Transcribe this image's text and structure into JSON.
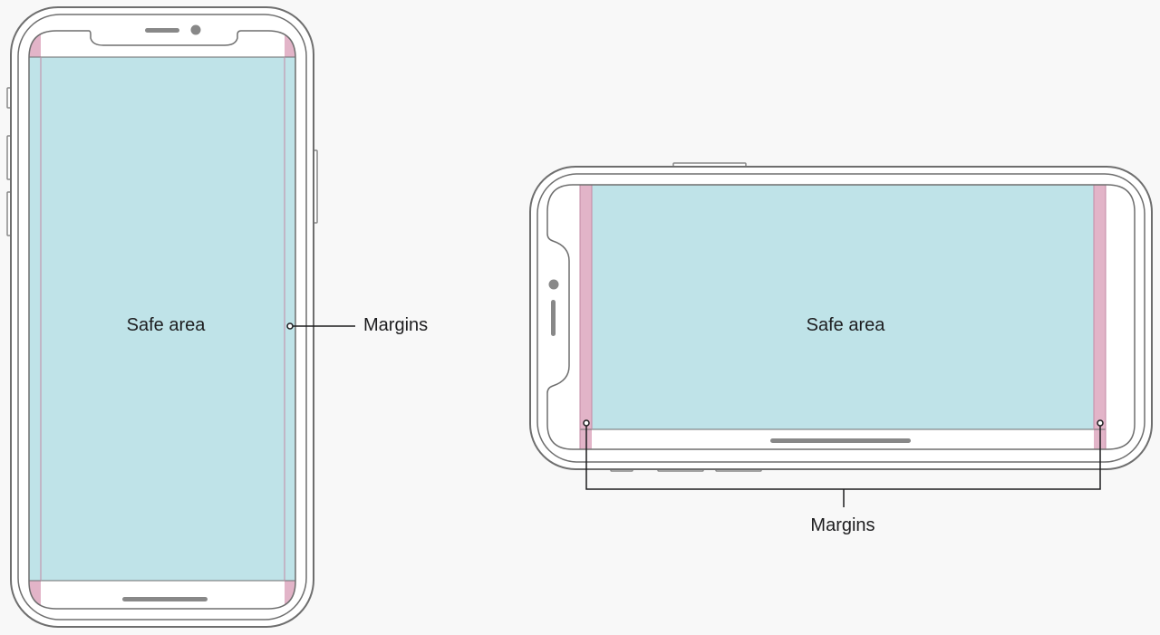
{
  "labels": {
    "portrait_safe_area": "Safe area",
    "portrait_margins": "Margins",
    "landscape_safe_area": "Safe area",
    "landscape_margins": "Margins"
  },
  "colors": {
    "background": "#f8f8f8",
    "device_outline": "#6e6e6e",
    "screen": "#ffffff",
    "safe_area": "#bfe3e8",
    "margins": "#e2b4c8",
    "callout_line": "#1d1d1f",
    "text": "#1d1d1f",
    "hardware": "#888888"
  }
}
